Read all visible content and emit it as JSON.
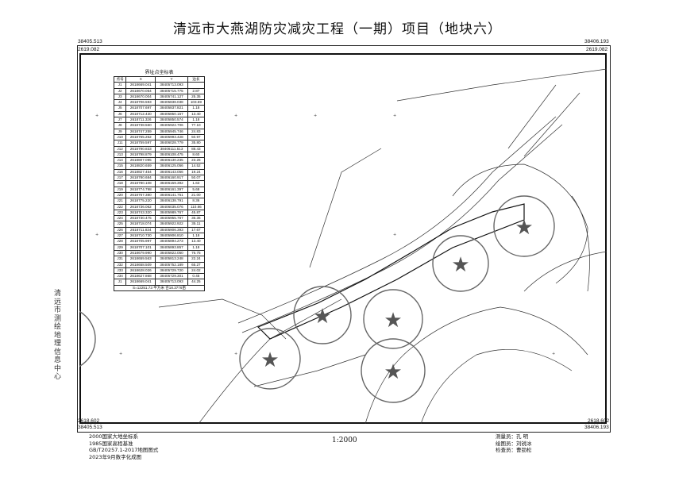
{
  "title": "清远市大燕湖防灾减灾工程（一期）项目（地块六）",
  "corners": {
    "top_left_x": "38405.513",
    "top_left_y": "2619.082",
    "top_right_x": "38406.193",
    "top_right_y": "2619.082",
    "bottom_left_y": "2618.602",
    "bottom_right_y": "2618.602",
    "bottom_left_x": "38405.513",
    "bottom_right_x": "38406.193"
  },
  "coord_table": {
    "title": "界址点坐标表",
    "headers": [
      "点号",
      "X",
      "Y",
      "边长"
    ],
    "rows": [
      [
        "J1",
        "2618669.041",
        "38405713.093"
      ],
      [
        "J2",
        "2618670.054",
        "38405715.775"
      ],
      [
        "J3",
        "2618670.004",
        "38405741.127"
      ],
      [
        "J4",
        "2618706.593",
        "38405838.038"
      ],
      [
        "J5",
        "2618707.697",
        "38405837.821"
      ],
      [
        "J6",
        "2618712.430",
        "38405850.157"
      ],
      [
        "J7",
        "2618711.326",
        "38405850.574"
      ],
      [
        "J8",
        "2618738.560",
        "38405922.706"
      ],
      [
        "J9",
        "2618747.259",
        "38405945.746"
      ],
      [
        "J10",
        "2618765.262",
        "38405993.428"
      ],
      [
        "J11",
        "2618759.597",
        "38406028.779"
      ],
      [
        "J12",
        "2618790.833",
        "38406111.513"
      ],
      [
        "J13",
        "2618798.879",
        "38406108.475"
      ],
      [
        "J14",
        "2618807.095",
        "38406130.235"
      ],
      [
        "J15",
        "2618820.659",
        "38406125.056"
      ],
      [
        "J16",
        "2618827.454",
        "38406143.056"
      ],
      [
        "J17",
        "2618780.684",
        "38406160.917"
      ],
      [
        "J18",
        "2618780.108",
        "38406159.392"
      ],
      [
        "J19",
        "2618774.798",
        "38406161.397"
      ],
      [
        "J20",
        "2618767.380",
        "38406141.751"
      ],
      [
        "J21",
        "2618775.220",
        "38406138.791"
      ],
      [
        "J22",
        "2618736.062",
        "38406035.076"
      ],
      [
        "J23",
        "2618743.320",
        "38405989.767"
      ],
      [
        "J24",
        "2618730.475",
        "38405955.767"
      ],
      [
        "J25",
        "2618718.074",
        "38405922.922"
      ],
      [
        "J26",
        "2618711.834",
        "38405906.393"
      ],
      [
        "J27",
        "2618710.730",
        "38405906.810"
      ],
      [
        "J28",
        "2618705.997",
        "38405894.273"
      ],
      [
        "J29",
        "2618707.101",
        "38405893.857"
      ],
      [
        "J30",
        "2618679.990",
        "38405822.050"
      ],
      [
        "J31",
        "2618659.563",
        "38405813.248"
      ],
      [
        "J32",
        "2618658.509",
        "38405752.189"
      ],
      [
        "J33",
        "2618628.026",
        "38405729.720"
      ],
      [
        "J34",
        "2618627.868",
        "38405729.301"
      ],
      [
        "J1",
        "2618669.041",
        "38405713.093"
      ]
    ],
    "edge_lengths": [
      "2.87",
      "25.35",
      "103.59",
      "1.18",
      "13.40",
      "1.18",
      "77.10",
      "24.83",
      "50.97",
      "35.80",
      "88.43",
      "8.60",
      "23.26",
      "14.52",
      "19.24",
      "50.07",
      "1.63",
      "5.68",
      "21.00",
      "8.36",
      "110.86",
      "45.87",
      "36.36",
      "35.11",
      "17.67",
      "1.18",
      "13.40",
      "1.18",
      "76.75",
      "22.24",
      "65.27",
      "24.02",
      "0.45",
      "44.25"
    ],
    "area_summary": "S=12251.73 平方米 合18.3776亩"
  },
  "footer_left": [
    "2000国家大地坐标系",
    "1985国家高程基准",
    "GB/T20257.1-2017地图图式",
    "2023年9月数字化成图"
  ],
  "scale": "1:2000",
  "footer_right": [
    "测量员：孔  明",
    "绘图员：刘锐冰",
    "检查员：曹劲松"
  ],
  "stamp_text": "清远市测绘地理信息中心",
  "colors": {
    "stamp": "#555555",
    "lines": "#111111"
  }
}
